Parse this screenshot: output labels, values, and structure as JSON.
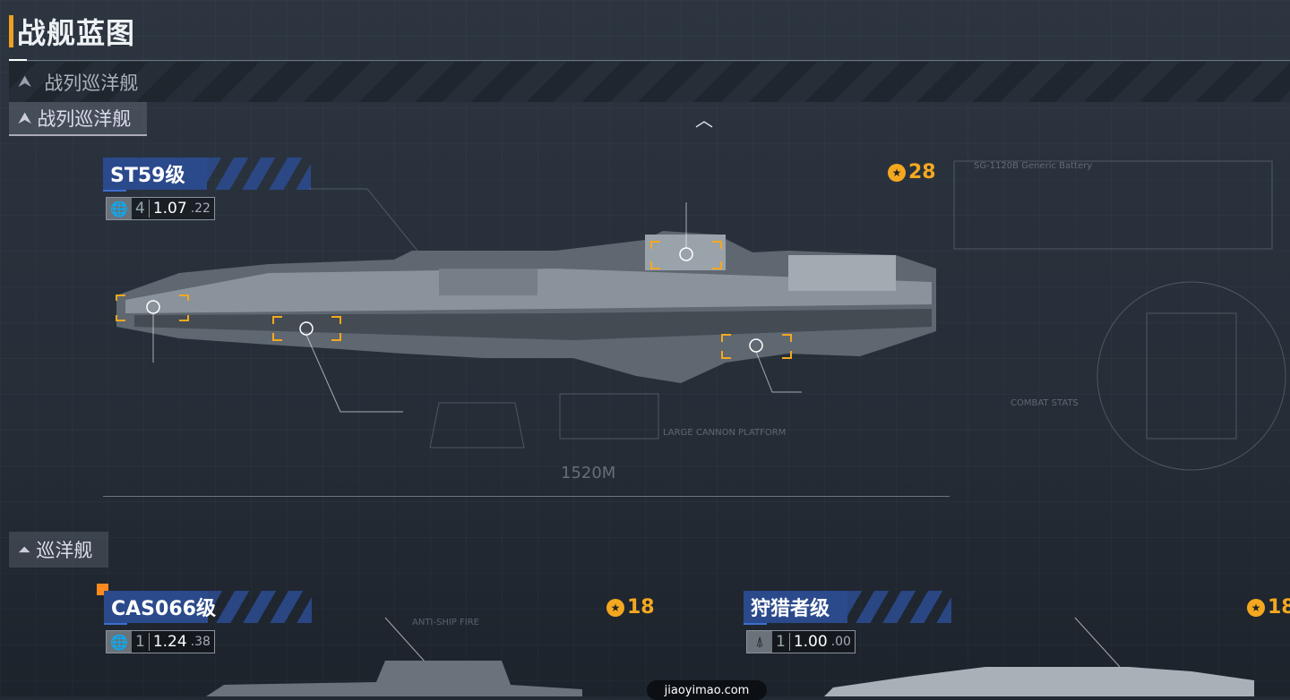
{
  "header": {
    "title": "战舰蓝图"
  },
  "category_bar": {
    "label": "战列巡洋舰"
  },
  "category_tab": {
    "label": "战列巡洋舰"
  },
  "collapse_icon": "chevron-up-icon",
  "ships": [
    {
      "name": "ST59级",
      "stat_icon": "globe-icon",
      "count": "4",
      "value": "1.07",
      "sub": ".22",
      "cost": "28"
    },
    {
      "name": "CAS066级",
      "stat_icon": "globe-icon",
      "count": "1",
      "value": "1.24",
      "sub": ".38",
      "cost": "18"
    },
    {
      "name": "狩猎者级",
      "stat_icon": "missile-icon",
      "count": "1",
      "value": "1.00",
      "sub": ".00",
      "cost": "18"
    }
  ],
  "blueprint": {
    "length": "1520M",
    "battery": "SG-1120B Generic Battery",
    "platform": "LARGE CANNON PLATFORM",
    "combat": "COMBAT STATS",
    "anti_ship": "ANTI-SHIP FIRE"
  },
  "section2": {
    "label": "巡洋舰"
  },
  "watermark": "jiaoyimao.com",
  "colors": {
    "accent": "#f4a820",
    "name_bg": "#2b4a8c",
    "bg": "#222a33"
  }
}
